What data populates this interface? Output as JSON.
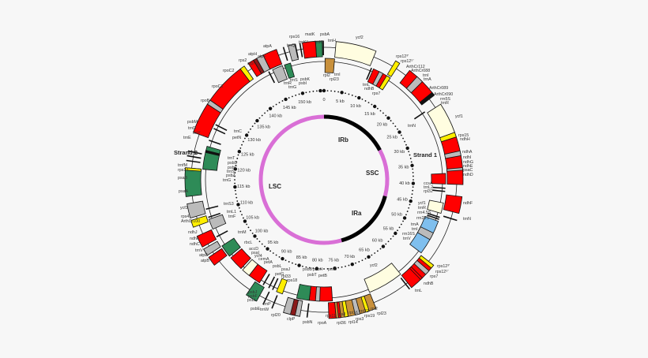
{
  "regions": {
    "irb": "IRb",
    "ssc": "SSC",
    "ira": "IRa",
    "lsc": "LSC"
  },
  "strands": {
    "strand1": "Strand 1",
    "strand2": "Strand 2"
  },
  "colors": {
    "lsc": "#d96fd6",
    "ir": "#000000",
    "protein": "#ff0000",
    "photosystem": "#2e8b57",
    "ribosomal": "#c8903c",
    "rrna": "#7fbfee",
    "ycf": "#fffde0",
    "other": "#bbbbbb",
    "yellow": "#ffee00"
  },
  "scale_labels": [
    "0",
    "5 kb",
    "10 kb",
    "15 kb",
    "20 kb",
    "25 kb",
    "30 kb",
    "35 kb",
    "40 kb",
    "45 kb",
    "50 kb",
    "55 kb",
    "60 kb",
    "65 kb",
    "70 kb",
    "75 kb",
    "80 kb",
    "85 kb",
    "90 kb",
    "95 kb",
    "100 kb",
    "105 kb",
    "110 kb",
    "115 kb",
    "120 kb",
    "125 kb",
    "130 kb",
    "135 kb",
    "140 kb",
    "145 kb",
    "150 kb"
  ],
  "genes": [
    "atpA",
    "atpH",
    "atpF",
    "rps2",
    "atpI",
    "rpoC2",
    "rpoC1",
    "rpoB",
    "psbM",
    "trnD",
    "trnY",
    "trnE",
    "trnfM",
    "rps14",
    "psaB",
    "psaA",
    "ycf3",
    "rps4",
    "ArthCr100",
    "ndhJ",
    "ndhK",
    "ndhC",
    "trnV",
    "atpE",
    "atpB",
    "rps16",
    "matK",
    "psbA",
    "trnQ",
    "trnKᵁ",
    "trnKᵀ",
    "trnH",
    "trnS",
    "psbK",
    "psbI",
    "trnR",
    "trnG",
    "trnC",
    "petN",
    "trnT",
    "psbD",
    "psbC",
    "trnS",
    "psbZ",
    "trnG",
    "rpl2",
    "trnI",
    "rpl23",
    "ycf2",
    "rps12³'",
    "rps12⁵'",
    "ArthCr112",
    "ArthCr088",
    "trnI",
    "trnA",
    "ArthCr089",
    "ArthCr090",
    "rrn5S",
    "trnR",
    "ycf1",
    "trnN",
    "rps15",
    "ndhH",
    "ndhA",
    "ndhI",
    "ndhG",
    "ndhE",
    "psaC",
    "ndhD",
    "trnL",
    "ndhB",
    "rps7",
    "trnS3",
    "trnL1",
    "trnF",
    "trnM",
    "rbcL",
    "accD",
    "psaI",
    "ycf4",
    "cemA",
    "petA",
    "psbL",
    "psaJ",
    "petG",
    "rpl33",
    "rps18",
    "psbB",
    "psbT",
    "psbH",
    "petB",
    "petD",
    "psbJ",
    "psbF",
    "psbL",
    "psbE",
    "trnP",
    "trnW",
    "rpl20",
    "clpP",
    "psbN",
    "rps11",
    "rps8",
    "rpl16",
    "rpl22",
    "rpl2",
    "rpl23",
    "rpoA",
    "rpl36",
    "rpl14",
    "rps3",
    "rps19",
    "ycf2",
    "ycf1",
    "trnR",
    "rrn4.5S",
    "rrn23S",
    "trnA",
    "trnI",
    "rrn16S",
    "trnV",
    "rps12³'",
    "rps12⁵'",
    "rps7",
    "ndhB",
    "trnL",
    "ndhF",
    "trnN",
    "ccsA",
    "trnL2",
    "rpl32"
  ]
}
